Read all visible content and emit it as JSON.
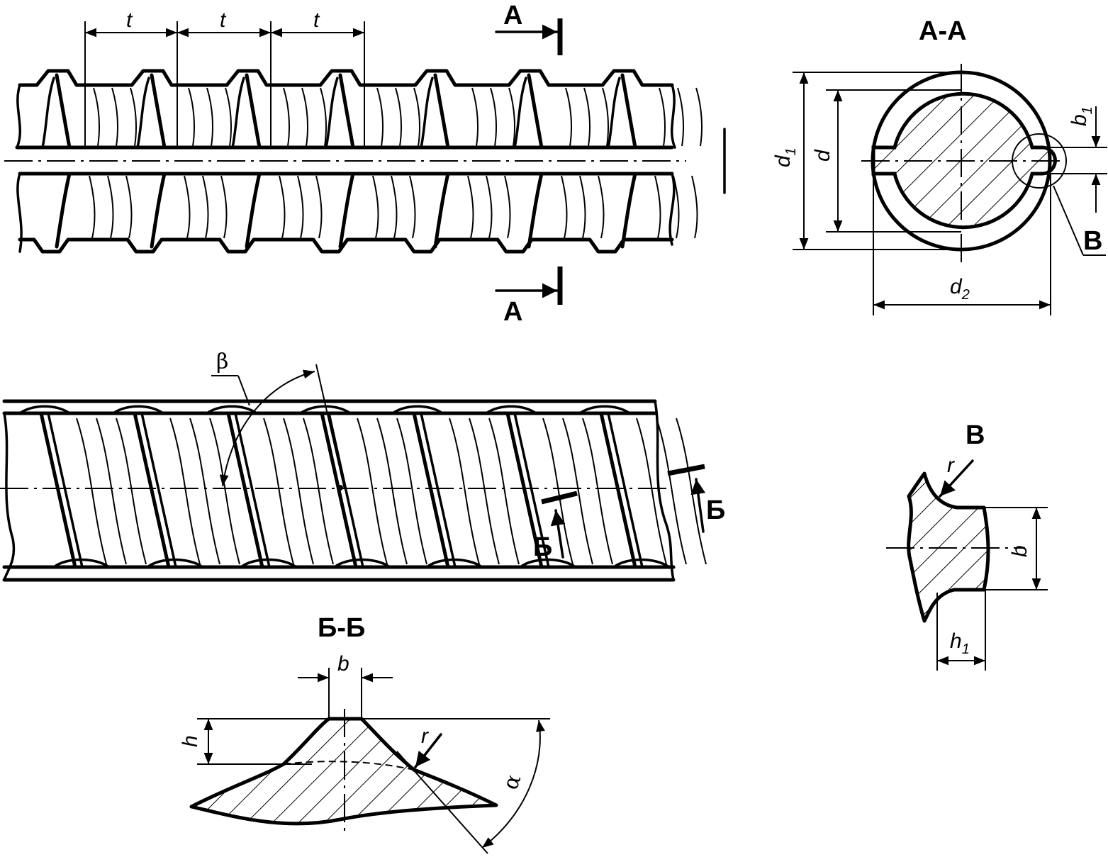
{
  "labels": {
    "cut_a_top": "А",
    "cut_a_bottom": "А",
    "section_aa_title": "А-А",
    "pitch": "t",
    "d1": "d",
    "d1_sub": "1",
    "d": "d",
    "d2": "d",
    "d2_sub": "2",
    "b1": "b",
    "b1_sub": "1",
    "detail_v_callout": "В",
    "beta": "β",
    "cut_b_a": "Б",
    "cut_b_b": "Б",
    "detail_v_title": "В",
    "r_detail": "r",
    "b_detail": "b",
    "h1": "h",
    "h1_sub": "1",
    "section_bb_title": "Б-Б",
    "b_section": "b",
    "h_section": "h",
    "r_section": "r",
    "alpha": "α"
  }
}
